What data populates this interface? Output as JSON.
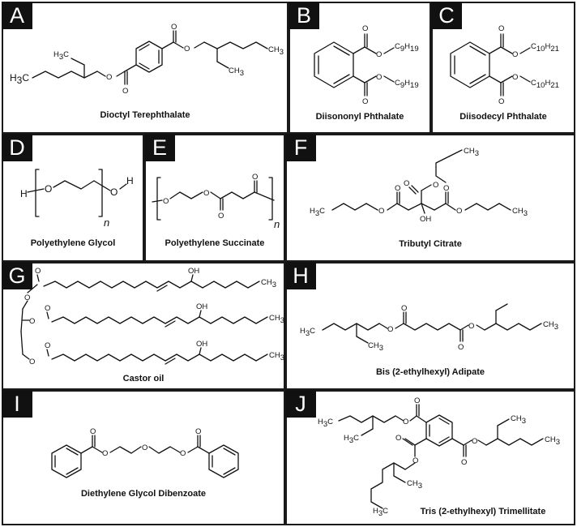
{
  "panels": [
    {
      "letter": "A",
      "caption": "Dioctyl Terephthalate"
    },
    {
      "letter": "B",
      "caption": "Diisononyl Phthalate"
    },
    {
      "letter": "C",
      "caption": "Diisodecyl Phthalate"
    },
    {
      "letter": "D",
      "caption": "Polyethylene Glycol"
    },
    {
      "letter": "E",
      "caption": "Polyethylene Succinate"
    },
    {
      "letter": "F",
      "caption": "Tributyl Citrate"
    },
    {
      "letter": "G",
      "caption": "Castor oil"
    },
    {
      "letter": "H",
      "caption": "Bis (2-ethylhexyl) Adipate"
    },
    {
      "letter": "I",
      "caption": "Diethylene Glycol Dibenzoate"
    },
    {
      "letter": "J",
      "caption": "Tris (2-ethylhexyl) Trimellitate"
    }
  ],
  "atoms": {
    "O": "O",
    "H": "H",
    "OH": "OH",
    "n": "n",
    "CH3": "CH",
    "H3C": "H",
    "sub3": "3",
    "C3": "C",
    "C9H19_c": "C",
    "C9H19_9": "9",
    "C9H19_H": "H",
    "C9H19_19": "19",
    "C10H21_c": "C",
    "C10H21_10": "10",
    "C10H21_H": "H",
    "C10H21_21": "21"
  }
}
